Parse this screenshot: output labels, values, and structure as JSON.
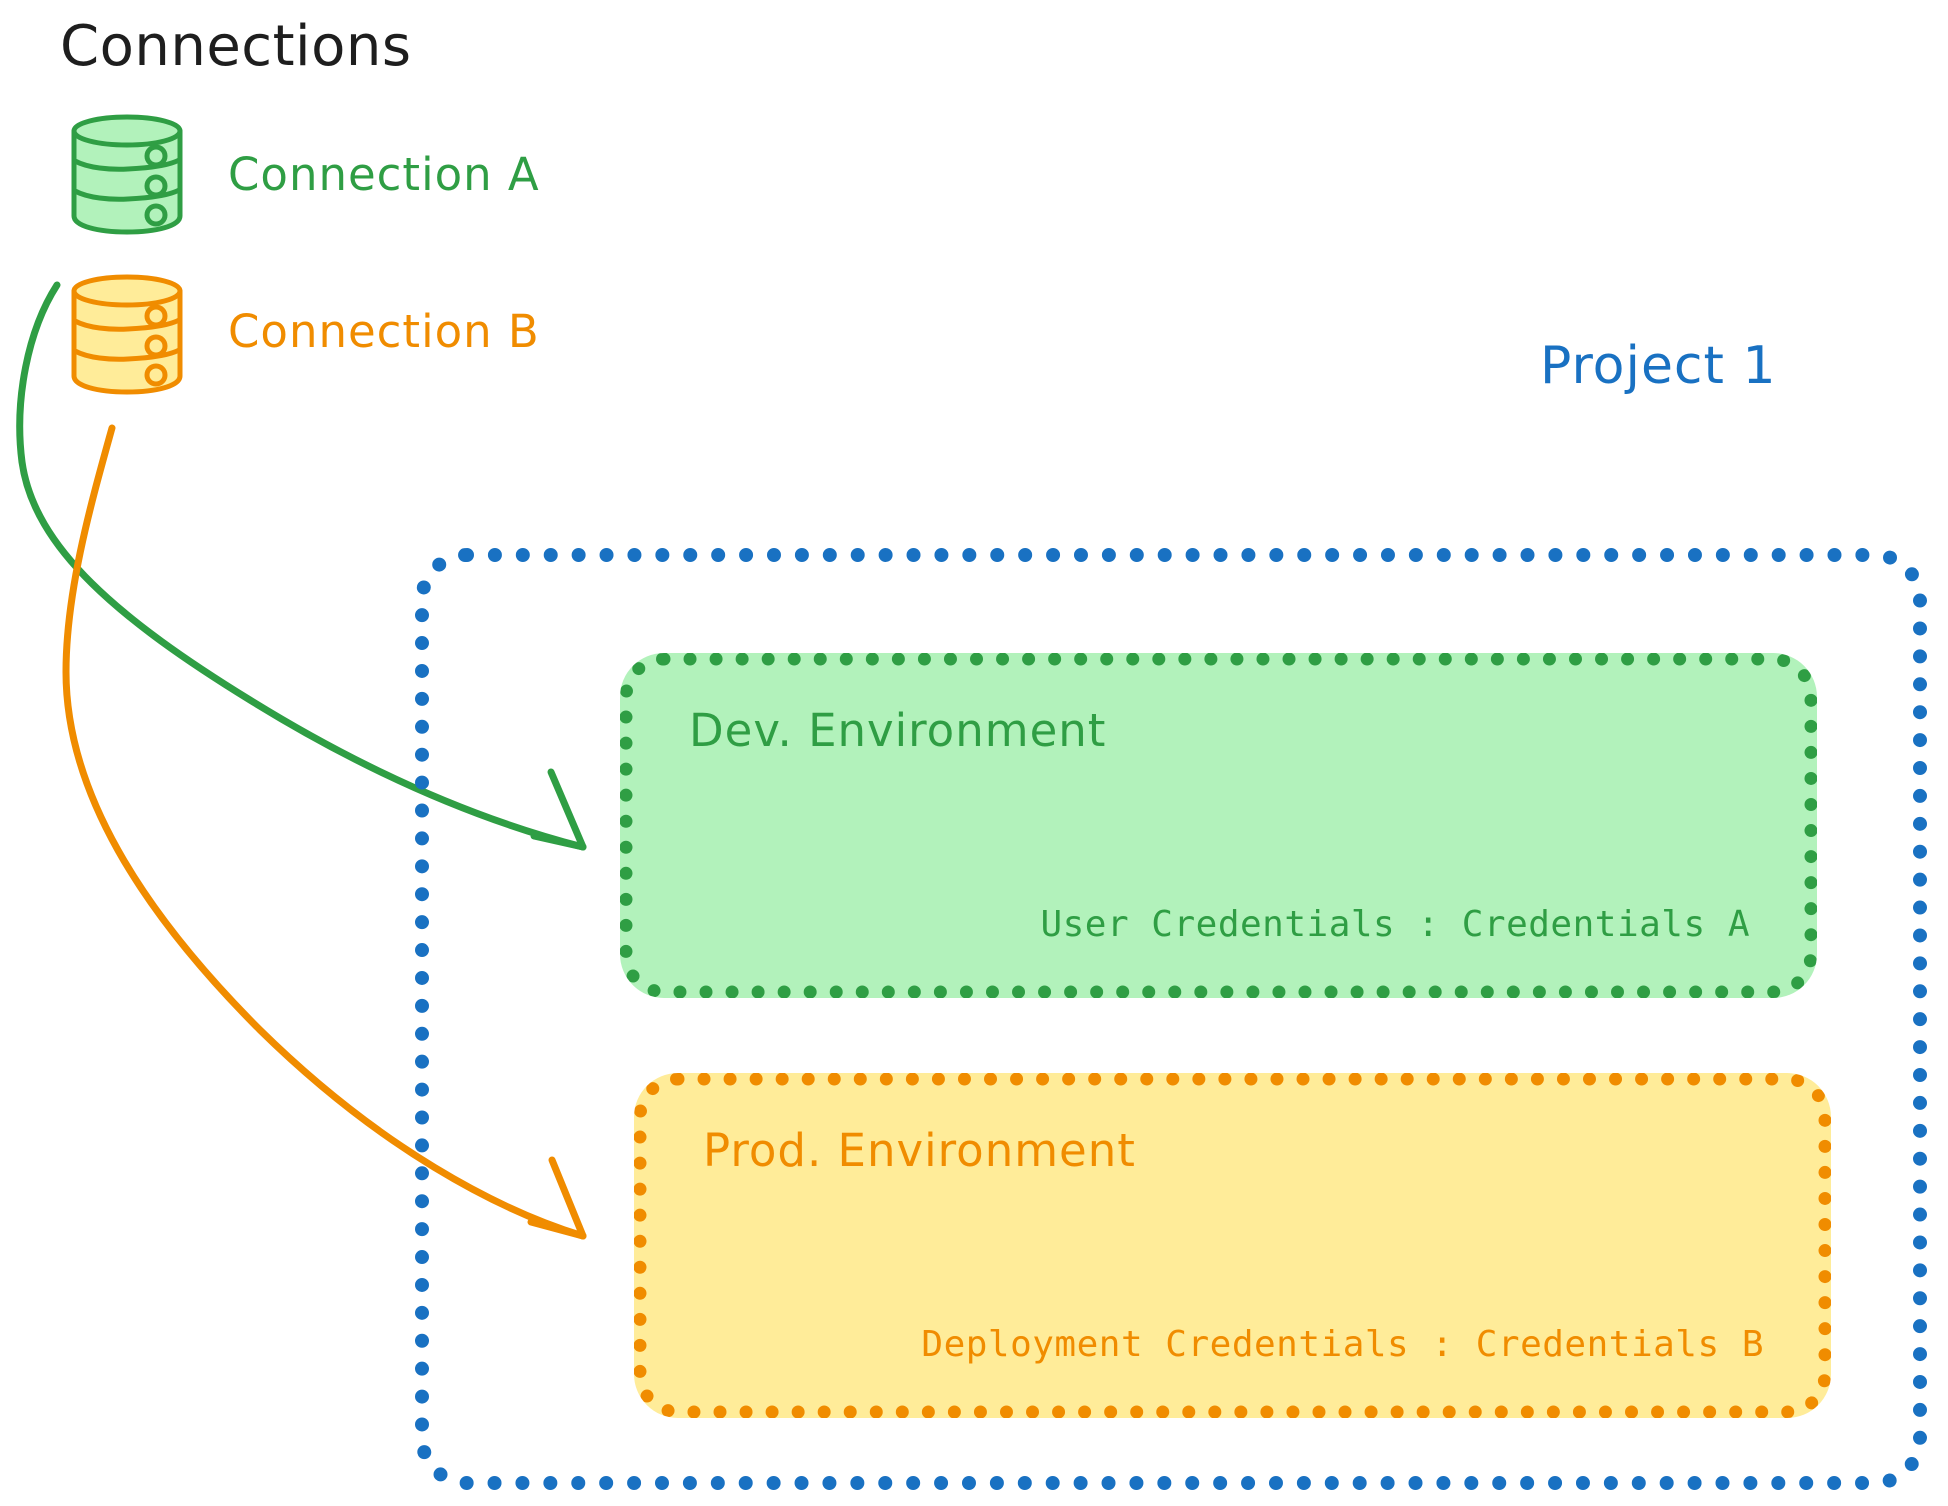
{
  "diagram": {
    "title": "Connections",
    "colors": {
      "green_stroke": "#2f9e44",
      "green_fill": "#b2f2bb",
      "orange_stroke": "#f08c00",
      "orange_fill": "#ffec99",
      "blue_stroke": "#1971c2",
      "text_dark": "#1e1e1e"
    },
    "connections": [
      {
        "id": "a",
        "label": "Connection A",
        "icon": "database-cylinder-icon",
        "color": "#2f9e44"
      },
      {
        "id": "b",
        "label": "Connection B",
        "icon": "database-cylinder-icon",
        "color": "#f08c00"
      }
    ],
    "project": {
      "title": "Project 1",
      "color": "#1971c2",
      "environments": [
        {
          "id": "dev",
          "title": "Dev. Environment",
          "credentials": "User Credentials : Credentials A",
          "color": "#2f9e44",
          "fill": "#b2f2bb"
        },
        {
          "id": "prod",
          "title": "Prod. Environment",
          "credentials": "Deployment Credentials : Credentials B",
          "color": "#f08c00",
          "fill": "#ffec99"
        }
      ]
    },
    "arrows": [
      {
        "id": "a-to-dev",
        "from": "Connection A",
        "to": "Dev. Environment",
        "color": "#2f9e44"
      },
      {
        "id": "b-to-prod",
        "from": "Connection B",
        "to": "Prod. Environment",
        "color": "#f08c00"
      }
    ]
  }
}
